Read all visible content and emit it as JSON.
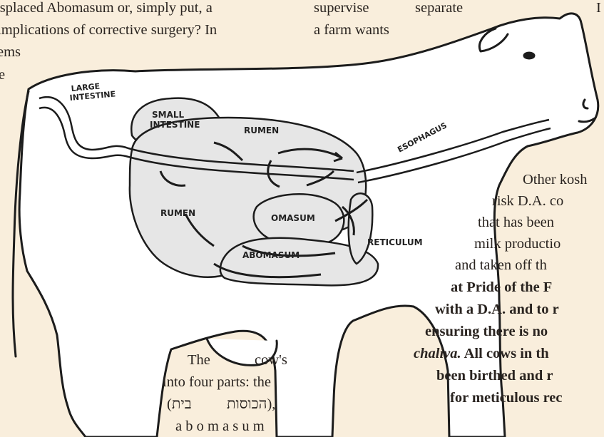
{
  "text_top": {
    "line1_left": "isplaced Abomasum or, simply put, a",
    "line2_left": "implications of corrective surgery? In",
    "line3_left": "ems",
    "line4_left": "e",
    "col2_line1_a": "supervise",
    "col2_line1_b": "separate",
    "col2_line2": "a  farm   wants",
    "right_top": "I"
  },
  "diagram_labels": {
    "large_intestine_1": "LARGE",
    "large_intestine_2": "INTESTINE",
    "small_intestine_1": "SMALL",
    "small_intestine_2": "INTESTINE",
    "rumen_top": "RUMEN",
    "rumen_left": "RUMEN",
    "esophagus": "ESOPHAGUS",
    "omasum": "OMASUM",
    "reticulum": "RETICULUM",
    "abomasum": "ABOMASUM"
  },
  "text_right": {
    "l1": "Other kosh",
    "l2": "risk D.A. co",
    "l3": "that has been",
    "l4": "milk productio",
    "l5": "and taken off th",
    "l6": "at Pride of the F",
    "l7": "with a D.A. and to r",
    "l8": "ensuring there is no",
    "l9_i": "chaliva.",
    "l9_b": " All cows in th",
    "l10": "been birthed and r",
    "l11": "for meticulous rec"
  },
  "text_bottom_left": {
    "l1_a": "The",
    "l1_b": "cow's",
    "l2": "into four parts: the",
    "l3_a": "(בית",
    "l3_b": "הכוסות),",
    "l4": "a b o m a s u m"
  }
}
